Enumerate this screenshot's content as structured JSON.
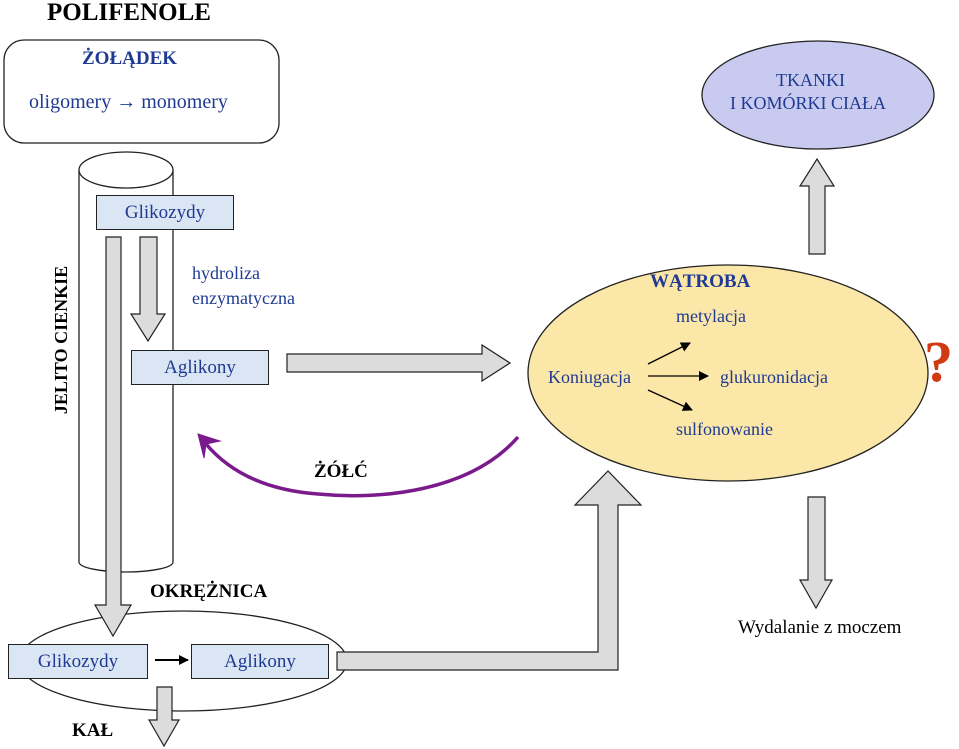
{
  "title": "POLIFENOLE",
  "stomach": {
    "heading": "ŻOŁĄDEK",
    "process": "oligomery → monomery"
  },
  "tissues": {
    "line1": "TKANKI",
    "line2": "I KOMÓRKI CIAŁA"
  },
  "small_intestine": {
    "label": "JELITO CIENKIE",
    "glycosides": "Glikozydy",
    "hydrolysis_line1": "hydroliza",
    "hydrolysis_line2": "enzymatyczna",
    "aglycones": "Aglikony"
  },
  "liver": {
    "heading": "WĄTROBA",
    "conjugation": "Koniugacja",
    "methylation": "metylacja",
    "glucuronidation": "glukuronidacja",
    "sulfonation": "sulfonowanie"
  },
  "bile": "ŻÓŁĆ",
  "unknown_mark": "?",
  "urine": "Wydalanie z moczem",
  "colon": {
    "heading": "OKRĘŻNICA",
    "glycosides": "Glikozydy",
    "aglycones": "Aglikony"
  },
  "feces": "KAŁ",
  "colors": {
    "box_fill": "#dbe6f4",
    "tissue_fill": "#c9caf0",
    "liver_fill": "#fbe7a8",
    "arrow_fill": "#dcdcdc",
    "bile_arrow": "#7b1a8c",
    "question_mark": "#d03a12",
    "label_blue": "#1f3a93"
  }
}
